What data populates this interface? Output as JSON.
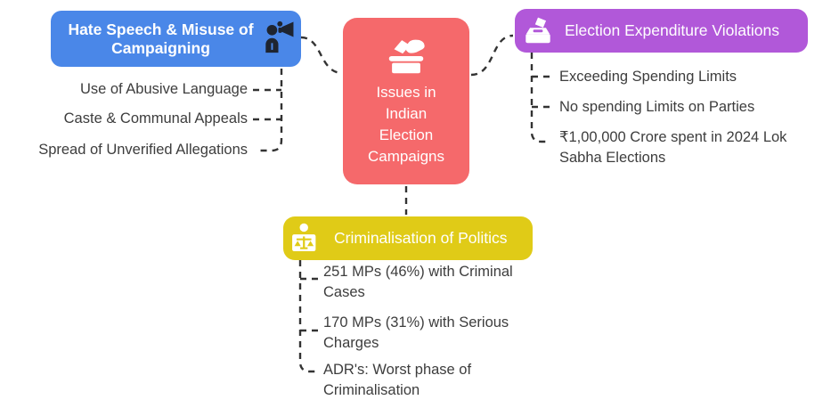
{
  "canvas": {
    "background": "#FFFFFF",
    "connector_color": "#333333",
    "leaf_text_color": "#3D3D3D"
  },
  "center_node": {
    "label": "Issues in Indian Election Campaigns",
    "color": "#F5696B",
    "icon": "ballot-box-hand-icon"
  },
  "branches": {
    "hate_speech": {
      "title": "Hate Speech & Misuse of Campaigning",
      "color": "#4A87E8",
      "icon": "person-megaphone-icon",
      "items": [
        "Use of Abusive Language",
        "Caste & Communal Appeals",
        "Spread of Unverified Allegations"
      ]
    },
    "expenditure": {
      "title": "Election Expenditure Violations",
      "color": "#B158D9",
      "icon": "ballot-slot-icon",
      "items": [
        "Exceeding Spending Limits",
        "No spending Limits on Parties",
        "₹1,00,000 Crore spent in 2024 Lok Sabha Elections"
      ]
    },
    "criminalisation": {
      "title": "Criminalisation of Politics",
      "color": "#E0CB17",
      "icon": "judge-scales-icon",
      "items": [
        "251 MPs (46%) with Criminal Cases",
        "170 MPs (31%) with Serious Charges",
        "ADR's: Worst phase of Criminalisation"
      ]
    }
  }
}
